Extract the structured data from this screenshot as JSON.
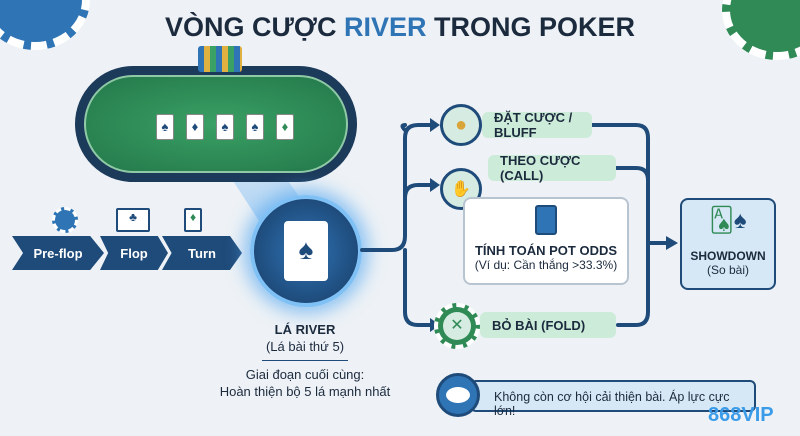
{
  "title": {
    "part1": "VÒNG CƯỢC ",
    "highlight": "RIVER",
    "part2": " TRONG POKER"
  },
  "stages": [
    {
      "label": "Pre-flop"
    },
    {
      "label": "Flop"
    },
    {
      "label": "Turn"
    }
  ],
  "river": {
    "title": "LÁ RIVER",
    "subtitle": "(Lá bài thứ 5)",
    "desc1": "Giai đoạn cuối cùng:",
    "desc2": "Hoàn thiện bộ 5 lá mạnh nhất"
  },
  "options": {
    "bet": "ĐẶT CƯỢC / BLUFF",
    "call": "THEO CƯỢC (CALL)",
    "fold": "BỎ BÀI (FOLD)"
  },
  "pot_odds": {
    "title": "TÍNH TOÁN POT ODDS",
    "example": "(Ví dụ: Cần thắng >33.3%)"
  },
  "showdown": {
    "title": "SHOWDOWN",
    "subtitle": "(So bài)"
  },
  "note": "Không còn cơ hội cải thiện bài. Áp lực cực lớn!",
  "logo": "868VIP",
  "colors": {
    "navy": "#1f4b7a",
    "accent": "#2f74b5",
    "green_pill": "#cdebd9",
    "felt": "#2f8a55"
  }
}
